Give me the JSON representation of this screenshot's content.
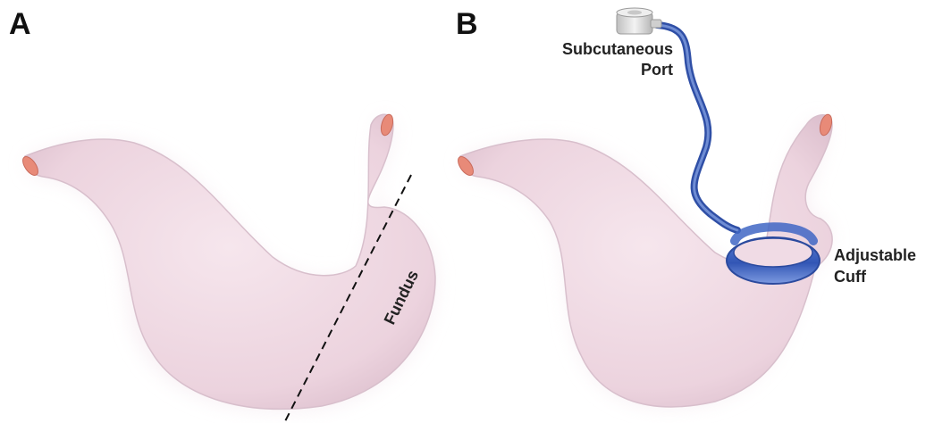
{
  "panels": {
    "a": {
      "letter": "A",
      "fundus_label": "Fundus"
    },
    "b": {
      "letter": "B",
      "port_label": [
        "Subcutaneous",
        "Port"
      ],
      "cuff_label": [
        "Adjustable",
        "Cuff"
      ]
    }
  },
  "colors": {
    "stomach": "#f2dde6",
    "stomach_edge": "#d6bccb",
    "lumen": "#e88a78",
    "cuff": "#3f66c4",
    "tube": "#3a5cb8",
    "port": "#d9d9d9"
  }
}
